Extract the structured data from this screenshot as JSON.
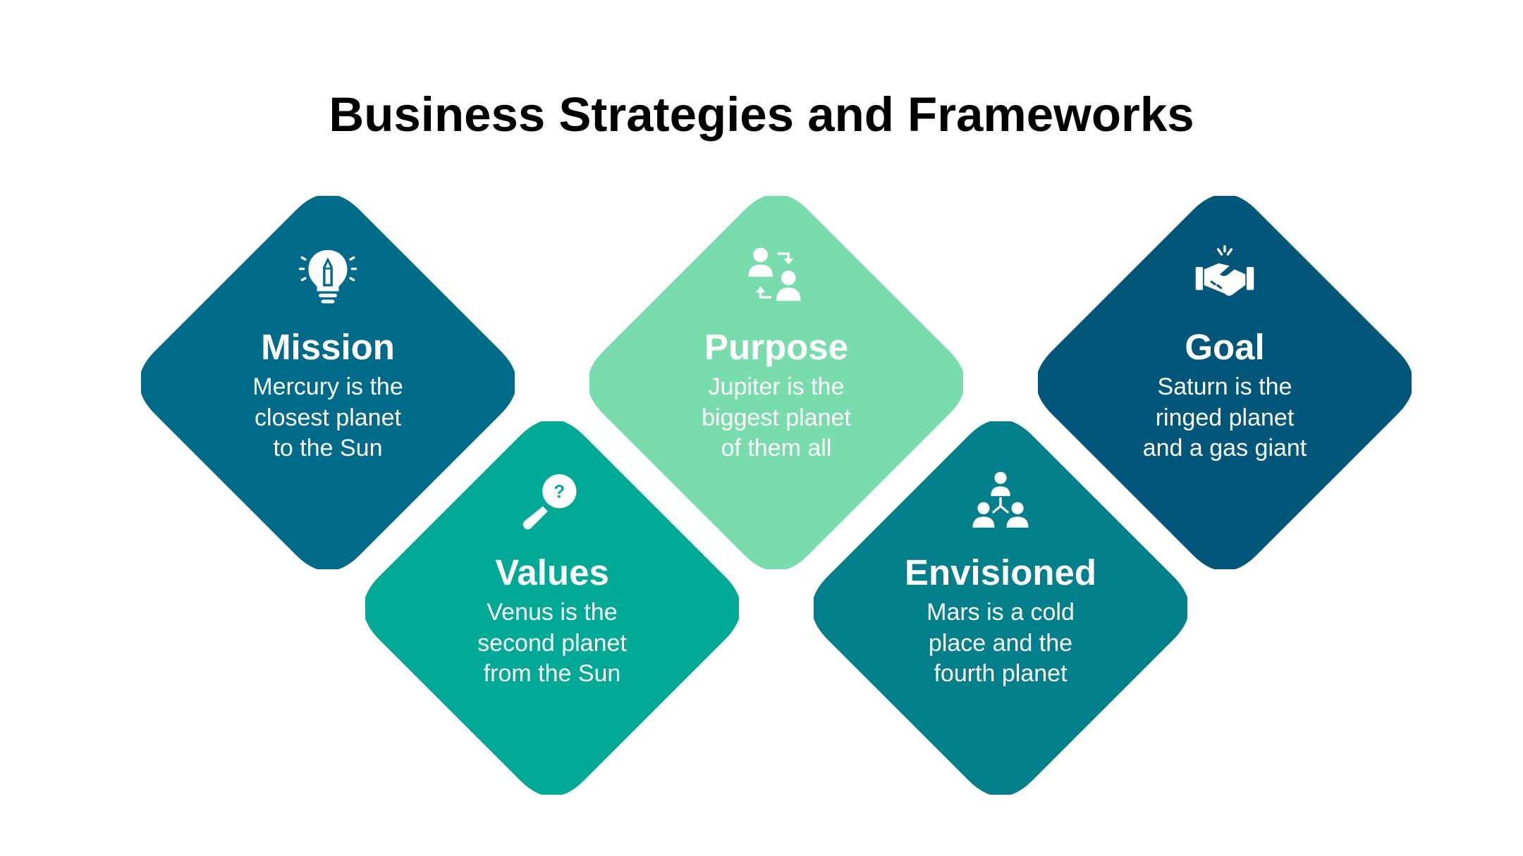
{
  "title": "Business Strategies and Frameworks",
  "colors": {
    "mission": "#006a8a",
    "values": "#00a896",
    "purpose": "#78dcac",
    "envisioned": "#037f8c",
    "goal": "#015679",
    "text": "#ffffff"
  },
  "cards": {
    "mission": {
      "icon": "lightbulb-pencil-icon",
      "title": "Mission",
      "lines": [
        "Mercury is the",
        "closest planet",
        "to the Sun"
      ]
    },
    "values": {
      "icon": "magnifier-question-icon",
      "title": "Values",
      "lines": [
        "Venus is the",
        "second planet",
        "from the Sun"
      ]
    },
    "purpose": {
      "icon": "people-exchange-icon",
      "title": "Purpose",
      "lines": [
        "Jupiter is the",
        "biggest planet",
        "of them all"
      ]
    },
    "envisioned": {
      "icon": "team-hierarchy-icon",
      "title": "Envisioned",
      "lines": [
        "Mars is a cold",
        "place and the",
        "fourth planet"
      ]
    },
    "goal": {
      "icon": "handshake-icon",
      "title": "Goal",
      "lines": [
        "Saturn is the",
        "ringed planet",
        "and a gas giant"
      ]
    }
  }
}
